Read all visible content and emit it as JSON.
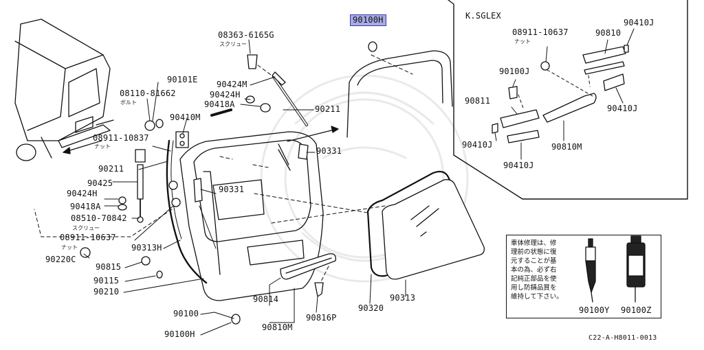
{
  "highlight_color": "#a9abe6",
  "inset_title": "K.SGLEX",
  "footer_code": "C22-A-H8011-0013",
  "note_text": "車体修理は、修\n理前の状態に復\n元することが基\n本の為、必ず右\n記純正部品を使\n用し防錆品質を\n維持して下さい。",
  "callouts": {
    "p90100H_top": "90100H",
    "p08363": "08363-6165G",
    "jp_screw_top": "スクリュー",
    "p90101E": "90101E",
    "p08110": "08110-81662",
    "jp_bolt": "ボルト",
    "p90424M": "90424M",
    "p90424H_mid": "90424H",
    "p90418A_mid": "90418A",
    "p90211_right": "90211",
    "p90410M": "90410M",
    "p08911_a": "08911-10837",
    "jp_nut_a": "ナット",
    "p90211_left": "90211",
    "p90425": "90425",
    "p90424H_left": "90424H",
    "p90418A_left": "90418A",
    "p08510": "08510-70842",
    "jp_screw_low": "スクリュー",
    "p08911_b": "08911-10637",
    "jp_nut_b": "ナット",
    "p90220C": "90220C",
    "p90815": "90815",
    "p90115": "90115",
    "p90210": "90210",
    "p90313H": "90313H",
    "p90331_mid": "90331",
    "p90331_right": "90331",
    "p90100": "90100",
    "p90100H_bottom": "90100H",
    "p90814": "90814",
    "p90810M_bottom": "90810M",
    "p90816P": "90816P",
    "p90320": "90320",
    "p90313": "90313",
    "p08911_inset": "08911-10637",
    "jp_nut_inset": "ナット",
    "p90810": "90810",
    "p90410J_tr": "90410J",
    "p90100J": "90100J",
    "p90811": "90811",
    "p90410J_r": "90410J",
    "p90410J_l": "90410J",
    "p90810M_inset": "90810M",
    "p90410J_bottom": "90410J",
    "p90100Y": "90100Y",
    "p90100Z": "90100Z"
  }
}
